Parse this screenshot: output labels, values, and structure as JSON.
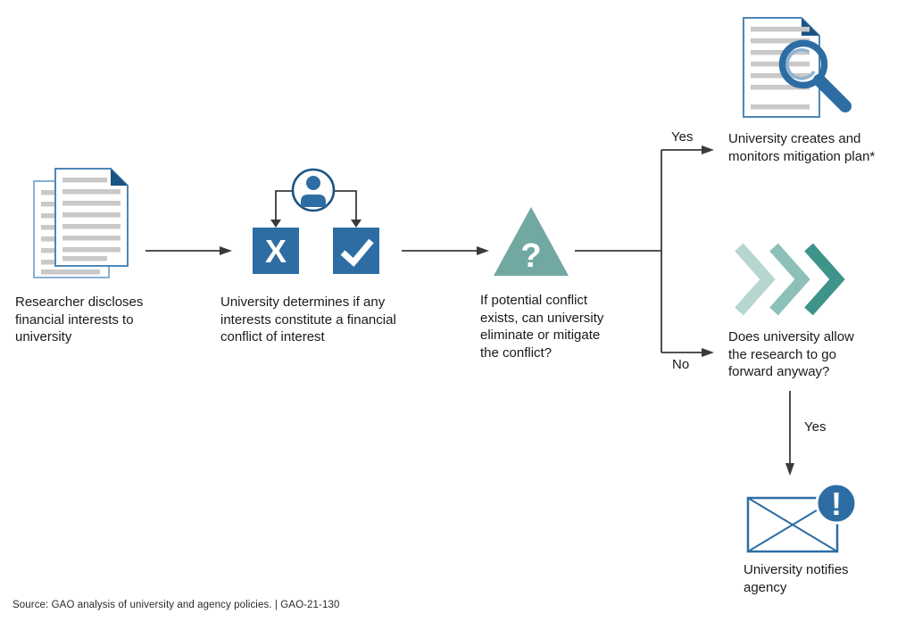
{
  "colors": {
    "primary_blue": "#2e6da4",
    "dark_blue": "#1b5384",
    "front_doc_border": "#4d87b8",
    "back_doc_border": "#8ab1d2",
    "doc_line_gray": "#c9c9c9",
    "triangle_teal": "#72a8a2",
    "chevron_light": "#b7d6d0",
    "chevron_mid": "#8cc0b8",
    "chevron_dark": "#3f948a",
    "connector_black": "#3a3a3a",
    "text_black": "#1a1a1a"
  },
  "steps": {
    "disclose": {
      "lines": [
        "Researcher discloses",
        "financial interests to",
        "university"
      ]
    },
    "determine": {
      "lines": [
        "University determines if any",
        "interests constitute a financial",
        "conflict of interest"
      ]
    },
    "conflict_question": {
      "lines": [
        "If potential conflict",
        "exists, can university",
        "eliminate or mitigate",
        "the conflict?"
      ]
    },
    "mitigation_plan": {
      "lines": [
        "University creates and",
        "monitors mitigation plan*"
      ]
    },
    "forward_question": {
      "lines": [
        "Does university allow",
        "the research to go",
        "forward anyway?"
      ]
    },
    "notify_agency": {
      "lines": [
        "University notifies",
        "agency"
      ]
    }
  },
  "branch_labels": {
    "yes_top": "Yes",
    "no_bottom": "No",
    "yes_down": "Yes"
  },
  "icon_glyphs": {
    "x": "X",
    "question": "?",
    "exclamation": "!"
  },
  "footer": {
    "source": "Source: GAO analysis of university and agency policies. |  GAO-21-130"
  }
}
